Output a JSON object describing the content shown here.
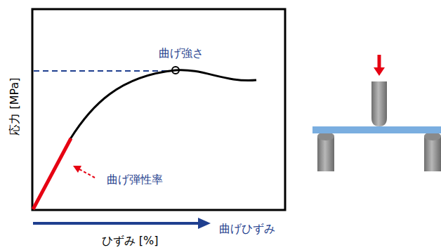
{
  "diagram": {
    "labels": [
      "曲げ強さ",
      "曲げ弾性率",
      "曲げひずみ",
      "ひずみ [%]",
      "応力 [MPa]"
    ]
  }
}
